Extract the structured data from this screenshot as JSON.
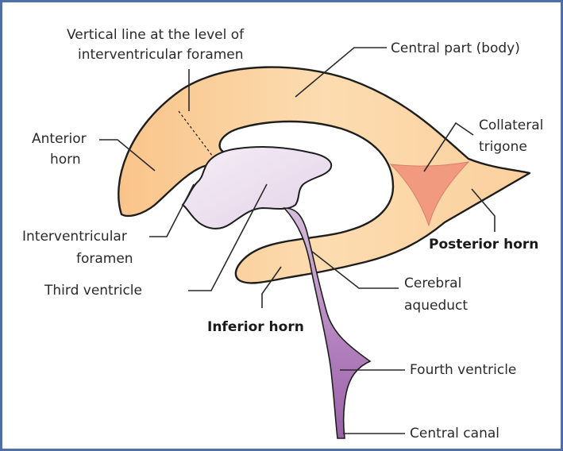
{
  "labels": {
    "vertical_line_1": "Vertical line at the level of",
    "vertical_line_2": "interventricular foramen",
    "central_part": "Central part (body)",
    "collateral_1": "Collateral",
    "collateral_2": "trigone",
    "anterior_1": "Anterior",
    "anterior_2": "horn",
    "posterior": "Posterior horn",
    "interventricular_1": "Interventricular",
    "interventricular_2": "foramen",
    "third_ventricle": "Third ventricle",
    "cerebral_1": "Cerebral",
    "cerebral_2": "aqueduct",
    "inferior": "Inferior horn",
    "fourth_ventricle": "Fourth ventricle",
    "central_canal": "Central canal"
  },
  "colors": {
    "border": "#4f6fa7",
    "lateral_ventricle_fill": "#fcd9a8",
    "lateral_ventricle_deep": "#f8c386",
    "third_ventricle_fill": "#eee4f1",
    "aqueduct_fill": "#b98cc3",
    "trigone_fill": "#f29a80",
    "outline": "#1e1e1e"
  }
}
